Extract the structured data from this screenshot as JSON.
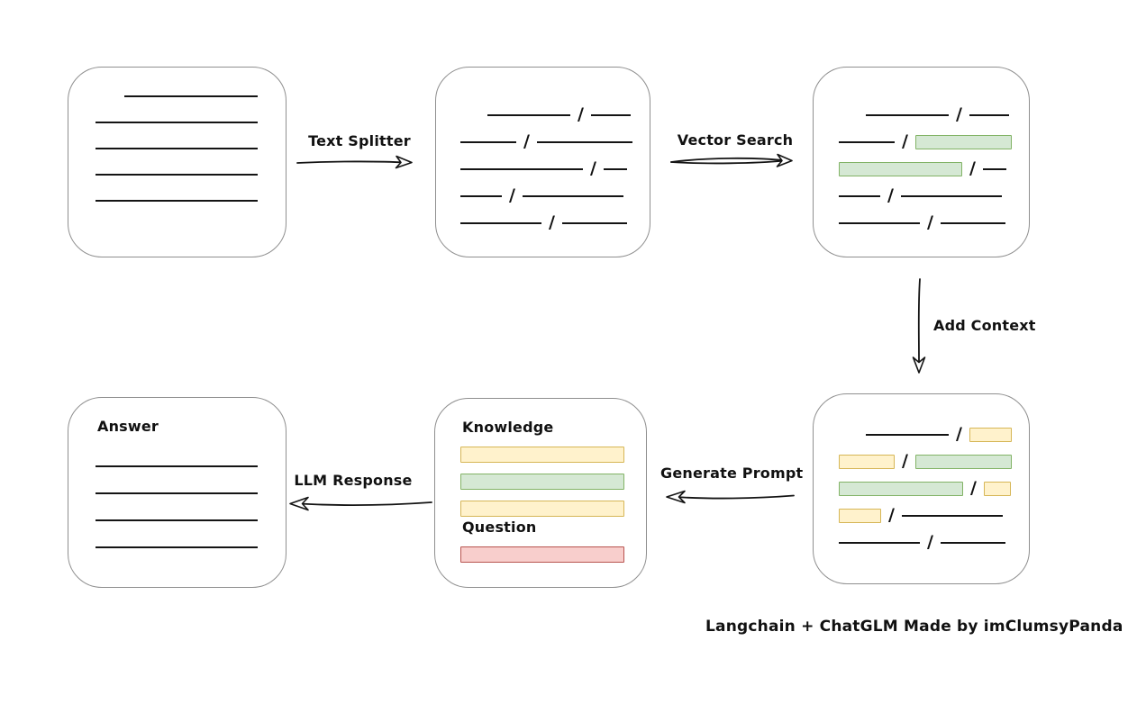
{
  "caption": "Langchain + ChatGLM Made by imClumsyPanda",
  "colors": {
    "green_fill": "#d5e8d4",
    "green_border": "#82b366",
    "yellow_fill": "#fff2cc",
    "yellow_border": "#d6b656",
    "red_fill": "#f8cecc",
    "red_border": "#b85450",
    "box_border": "#8f8f8f",
    "ink": "#141414"
  },
  "nodes": {
    "document": {
      "description": "source document with plain text lines",
      "lines": [
        {
          "w": 148,
          "indent": 32
        },
        {
          "w": 180
        },
        {
          "w": 180
        },
        {
          "w": 180
        },
        {
          "w": 180
        }
      ]
    },
    "chunks": {
      "description": "document split into chunks separated by slashes",
      "rows": [
        [
          {
            "t": "line",
            "w": 92,
            "indent": 30
          },
          {
            "t": "line",
            "w": 44
          }
        ],
        [
          {
            "t": "line",
            "w": 62
          },
          {
            "t": "line",
            "w": 106
          }
        ],
        [
          {
            "t": "line",
            "w": 136
          },
          {
            "t": "line",
            "w": 26
          }
        ],
        [
          {
            "t": "line",
            "w": 46
          },
          {
            "t": "line",
            "w": 112
          }
        ],
        [
          {
            "t": "line",
            "w": 90
          },
          {
            "t": "line",
            "w": 72
          }
        ]
      ]
    },
    "retrieved": {
      "description": "chunks with vector-search matches highlighted green",
      "rows": [
        [
          {
            "t": "line",
            "w": 92,
            "indent": 30
          },
          {
            "t": "line",
            "w": 44
          }
        ],
        [
          {
            "t": "line",
            "w": 62
          },
          {
            "t": "green",
            "w": 107
          }
        ],
        [
          {
            "t": "green",
            "w": 137
          },
          {
            "t": "line",
            "w": 26
          }
        ],
        [
          {
            "t": "line",
            "w": 46
          },
          {
            "t": "line",
            "w": 112
          }
        ],
        [
          {
            "t": "line",
            "w": 90
          },
          {
            "t": "line",
            "w": 72
          }
        ]
      ]
    },
    "context": {
      "description": "chunks with added context highlighted yellow around green matches",
      "rows": [
        [
          {
            "t": "line",
            "w": 92,
            "indent": 30
          },
          {
            "t": "yellow",
            "w": 47
          }
        ],
        [
          {
            "t": "yellow",
            "w": 62
          },
          {
            "t": "green",
            "w": 107
          }
        ],
        [
          {
            "t": "green",
            "w": 138
          },
          {
            "t": "yellow",
            "w": 30
          }
        ],
        [
          {
            "t": "yellow",
            "w": 47
          },
          {
            "t": "line",
            "w": 112
          }
        ],
        [
          {
            "t": "line",
            "w": 90
          },
          {
            "t": "line",
            "w": 72
          }
        ]
      ]
    },
    "prompt": {
      "knowledge_label": "Knowledge",
      "knowledge_bars": [
        {
          "t": "yellow"
        },
        {
          "t": "green"
        },
        {
          "t": "yellow"
        }
      ],
      "question_label": "Question",
      "question_bars": [
        {
          "t": "red"
        }
      ]
    },
    "answer": {
      "title": "Answer",
      "lines": [
        {
          "w": 180
        },
        {
          "w": 180
        },
        {
          "w": 180
        },
        {
          "w": 180
        }
      ]
    }
  },
  "arrows": {
    "text_splitter": {
      "label": "Text Splitter",
      "direction": "right"
    },
    "vector_search": {
      "label": "Vector Search",
      "direction": "right"
    },
    "add_context": {
      "label": "Add Context",
      "direction": "down"
    },
    "generate_prompt": {
      "label": "Generate Prompt",
      "direction": "left"
    },
    "llm_response": {
      "label": "LLM Response",
      "direction": "left"
    }
  }
}
